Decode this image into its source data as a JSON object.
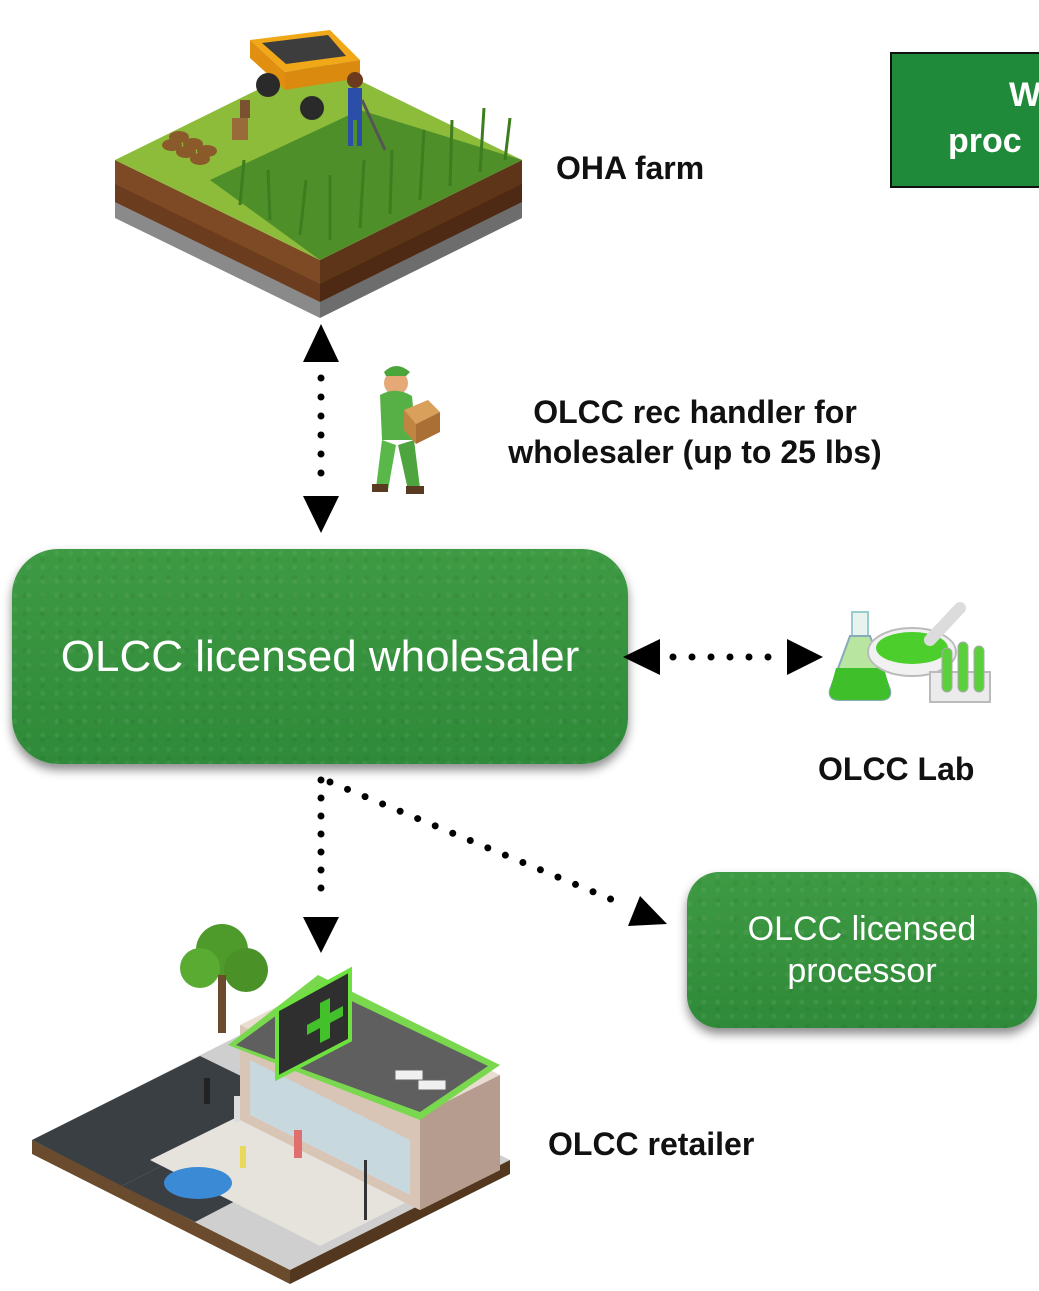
{
  "title_box": {
    "line1": "W",
    "line2": "proc"
  },
  "nodes": {
    "farm": {
      "label": "OHA farm",
      "icon": "farm-icon"
    },
    "handler": {
      "label_line1": "OLCC rec handler for",
      "label_line2": "wholesaler (up to 25 lbs)",
      "icon": "delivery-worker-icon"
    },
    "wholesaler": {
      "label": "OLCC licensed wholesaler"
    },
    "lab": {
      "label": "OLCC Lab",
      "icon": "lab-equipment-icon"
    },
    "processor": {
      "label_line1": "OLCC licensed",
      "label_line2": "processor"
    },
    "retailer": {
      "label": "OLCC retailer",
      "icon": "dispensary-store-icon"
    }
  },
  "colors": {
    "box_green": "#2f8a39",
    "title_green": "#1f8a3a",
    "arrow": "#000000"
  }
}
